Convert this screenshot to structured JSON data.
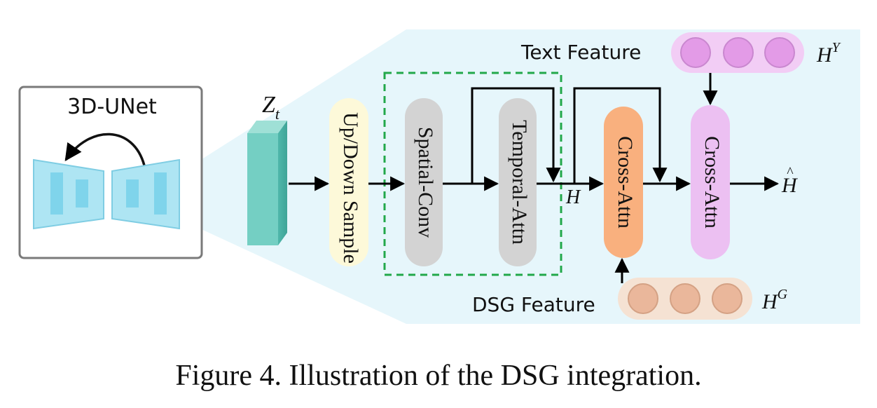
{
  "unet": {
    "label": "3D-UNet"
  },
  "latent": {
    "label": "Z",
    "subscript": "t"
  },
  "blocks": {
    "updown": "Up/Down Sample",
    "spatial_conv": "Spatial-Conv",
    "temporal_attn": "Temporal-Attn",
    "cross_attn_dsg": "Cross-Attn",
    "cross_attn_text": "Cross-Attn"
  },
  "features": {
    "text_label": "Text Feature",
    "text_symbol": "H",
    "text_sup": "Y",
    "dsg_label": "DSG Feature",
    "dsg_symbol": "H",
    "dsg_sup": "G"
  },
  "signals": {
    "hidden": "H",
    "output": "H",
    "output_accent": "^"
  },
  "caption": "Figure 4. Illustration of the DSG integration.",
  "colors": {
    "panel_bg": "#e6f6fb",
    "latent": "#74cfc3",
    "updown": "#fdf9d9",
    "gray_block": "#d3d3d3",
    "cross_attn_orange": "#f9b07e",
    "cross_attn_pink": "#ecc0f2",
    "text_feature_bg": "#f2cdf5",
    "text_feature_dot": "#e39be7",
    "dsg_feature_bg": "#f5e2d3",
    "dsg_feature_dot": "#eab79b",
    "dashed_box": "#22a84a",
    "unet_shape": "#aee5f3",
    "unet_bar": "#7fd4eb"
  }
}
